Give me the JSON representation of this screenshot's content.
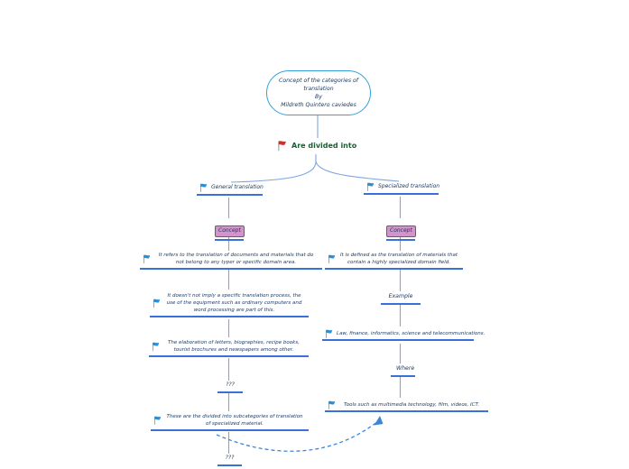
{
  "root": {
    "label": "Concept of the categories of\ntranslation\nBy\nMildreth Quintero caviedes"
  },
  "divider": {
    "label": "Are divided into"
  },
  "left_branch": {
    "header": "General translation",
    "tag": "Concept",
    "items": [
      "It refers to the translation of documents and materials that do not belong to any typer or specific domain area.",
      "It doesn't not imply a specific translation process, the use of the equipment such as ordinary computers and word processing are part of this.",
      "The elaboration of letters, biographies, recipe books, tourist brochures and newspapers among other.",
      "???",
      "These are the divided into subcategories of translation of specialized material.",
      "???"
    ]
  },
  "right_branch": {
    "header": "Specialized translation",
    "tag": "Concept",
    "items": [
      "It is defined as the translation of materials that contain a highly specialized domain field.",
      "Example",
      "Law, finance, informatics, science and telecommunications.",
      "Where",
      "Tools such as multimedia technology, film, videos, ICT."
    ]
  },
  "colors": {
    "background": "#ffffff",
    "connector_blue": "#7ea6e0",
    "underline_blue": "#3a70d9",
    "node_text_navy": "#17375e",
    "divider_green": "#1b5e34",
    "root_border_blue": "#35a0da",
    "concept_pink": "#d692cb",
    "flag_blue": "#2b8fd8",
    "flag_red": "#dd2b22",
    "dashed_link_blue": "#3c86d8"
  }
}
